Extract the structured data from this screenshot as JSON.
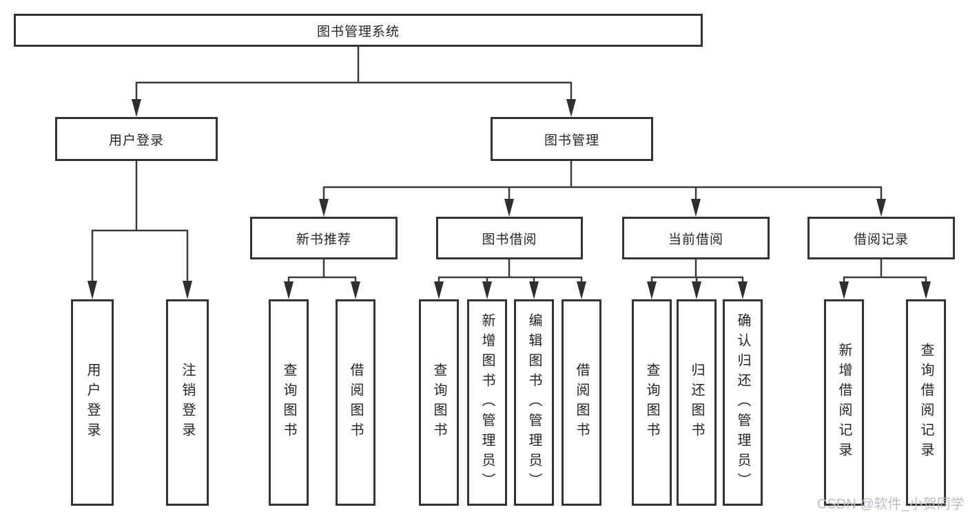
{
  "diagram": {
    "root": {
      "label": "图书管理系统"
    },
    "level2": [
      {
        "id": "user-login",
        "label": "用户登录"
      },
      {
        "id": "book-management",
        "label": "图书管理"
      }
    ],
    "level3": [
      {
        "id": "new-book-recommend",
        "label": "新书推荐"
      },
      {
        "id": "book-borrowing",
        "label": "图书借阅"
      },
      {
        "id": "current-borrowing",
        "label": "当前借阅"
      },
      {
        "id": "borrowing-records",
        "label": "借阅记录"
      }
    ],
    "leaves": [
      {
        "id": "user-login-leaf",
        "parent": "user-login",
        "label": "用户登录"
      },
      {
        "id": "logout",
        "parent": "user-login",
        "label": "注销登录"
      },
      {
        "id": "query-books-recommend",
        "parent": "new-book-recommend",
        "label": "查询图书"
      },
      {
        "id": "borrow-books-recommend",
        "parent": "new-book-recommend",
        "label": "借阅图书"
      },
      {
        "id": "query-books-borrowing",
        "parent": "book-borrowing",
        "label": "查询图书"
      },
      {
        "id": "add-books-admin",
        "parent": "book-borrowing",
        "label": "新增图书（管理员）"
      },
      {
        "id": "edit-books-admin",
        "parent": "book-borrowing",
        "label": "编辑图书（管理员）"
      },
      {
        "id": "borrow-books",
        "parent": "book-borrowing",
        "label": "借阅图书"
      },
      {
        "id": "query-books-current",
        "parent": "current-borrowing",
        "label": "查询图书"
      },
      {
        "id": "return-books",
        "parent": "current-borrowing",
        "label": "归还图书"
      },
      {
        "id": "confirm-return-admin",
        "parent": "current-borrowing",
        "label": "确认归还（管理员）"
      },
      {
        "id": "add-borrow-record",
        "parent": "borrowing-records",
        "label": "新增借阅记录"
      },
      {
        "id": "query-borrow-record",
        "parent": "borrowing-records",
        "label": "查询借阅记录"
      }
    ],
    "colors": {
      "line": "#3a3a3a",
      "arrow": "#2f2f2f",
      "box_border": "#333333",
      "text": "#252525",
      "watermark": "#b9bdc3",
      "background": "#ffffff"
    }
  },
  "watermark": {
    "text": "CSDN @软件_小贺同学"
  }
}
